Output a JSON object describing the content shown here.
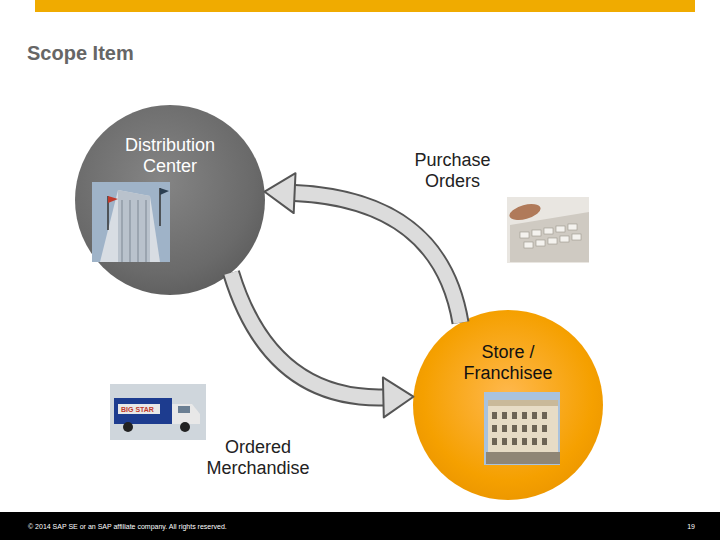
{
  "diagram": {
    "title": "Scope Item",
    "nodes": [
      {
        "text": [
          "Distribution Center"
        ]
      },
      {
        "text": [
          "Store / Franchisee"
        ]
      }
    ],
    "edges": [
      {
        "from": 1,
        "to": 0,
        "arrow": "to",
        "label": "Purchase Orders"
      },
      {
        "from": 0,
        "to": 1,
        "arrow": "to",
        "label": "Ordered Merchandise"
      }
    ],
    "labels": [
      "© 2014 SAP SE or an SAP affiliate company. All rights reserved.",
      "19"
    ]
  }
}
